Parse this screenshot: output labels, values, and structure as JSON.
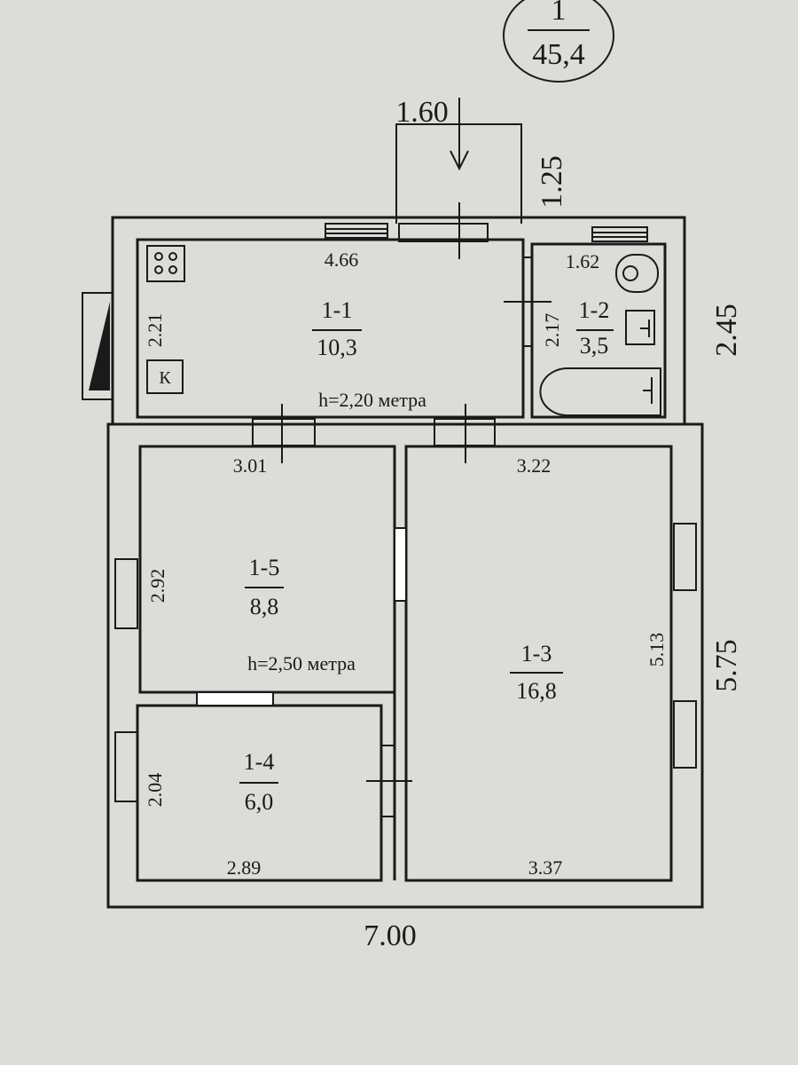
{
  "plan": {
    "badge": {
      "number": "1",
      "total_area": "45,4"
    },
    "overall": {
      "width": "7.00",
      "depth_right": "5.75",
      "kitchen_depth": "2.45"
    },
    "porch": {
      "width": "1.60",
      "depth": "1.25"
    },
    "rooms": [
      {
        "id": "1-1",
        "area": "10,3",
        "dims": [
          "4.66",
          "2.21"
        ],
        "height": "h=2,20 метра"
      },
      {
        "id": "1-2",
        "area": "3,5",
        "dims": [
          "1.62",
          "2.17"
        ]
      },
      {
        "id": "1-3",
        "area": "16,8",
        "dims": [
          "3.22",
          "5.13",
          "3.37"
        ]
      },
      {
        "id": "1-4",
        "area": "6,0",
        "dims": [
          "2.89",
          "2.04"
        ]
      },
      {
        "id": "1-5",
        "area": "8,8",
        "dims": [
          "3.01",
          "2.92"
        ],
        "height": "h=2,50 метра"
      }
    ],
    "boiler_label": "К"
  }
}
